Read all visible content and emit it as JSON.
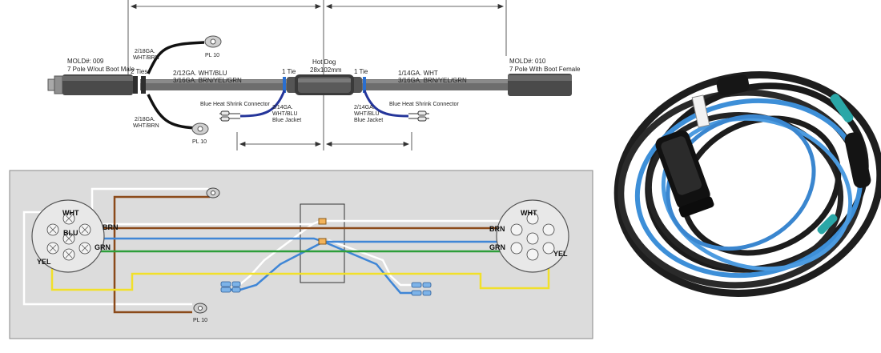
{
  "top_diagram": {
    "left_mold": [
      "MOLD#: 009",
      "7 Pole W/out Boot Male"
    ],
    "right_mold": [
      "MOLD#: 010",
      "7 Pole With Boot Female"
    ],
    "ties_left": "2 Ties",
    "tie_1": "1 Tie",
    "tie_2": "1 Tie",
    "hot_dog": [
      "Hot Dog",
      "28x102mm"
    ],
    "left_trunk": [
      "2/12GA. WHT/BLU",
      "3/16GA. BRN/YEL/GRN"
    ],
    "right_trunk": [
      "1/14GA. WHT",
      "3/16GA. BRN/YEL/GRN"
    ],
    "upper_branch": [
      "2/18GA.",
      "WHT/BRN"
    ],
    "lower_branch": [
      "2/18GA.",
      "WHT/BRN"
    ],
    "pl_top": "PL 10",
    "pl_bottom": "PL 10",
    "left_connector": "Blue Heat Shrink Connector",
    "right_connector": "Blue Heat Shrink Connector",
    "left_jacket": [
      "2/14GA.",
      "WHT/BLU",
      "Blue Jacket"
    ],
    "right_jacket": [
      "2/14GA.",
      "WHT/BLU",
      "Blue Jacket"
    ]
  },
  "wiring_diagram": {
    "left_labels": {
      "wht": "WHT",
      "blu": "BLU",
      "brn": "BRN",
      "grn": "GRN",
      "yel": "YEL"
    },
    "right_labels": {
      "wht": "WHT",
      "brn": "BRN",
      "grn": "GRN",
      "yel": "YEL"
    },
    "pl_bottom": "PL 10",
    "colors": {
      "white": "#ffffff",
      "brown": "#8b4a1a",
      "blue": "#3f86d6",
      "green": "#2e9e3a",
      "yellow": "#f1e02a",
      "panel": "#dcdcdc"
    }
  },
  "photo": {
    "colors": {
      "cable_black": "#1e1e1e",
      "cable_blue": "#3d8fd8",
      "accent_teal": "#2aa7a7"
    }
  }
}
